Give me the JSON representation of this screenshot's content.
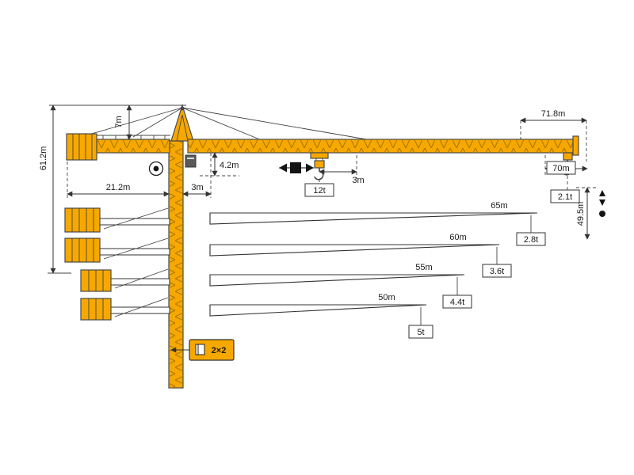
{
  "diagram": {
    "type": "tower-crane-specification-diagram",
    "colors": {
      "crane": "#F7A800",
      "outline": "#4A4A4A",
      "line": "#333333"
    },
    "tower": {
      "overall_height": "61.2m",
      "head_height": "7m",
      "hook_height": "49.5m",
      "mast_section": "2×2"
    },
    "counter_jib": {
      "length": "21.2m"
    },
    "jib": {
      "max_radius": "71.8m",
      "tip_radius": "70m",
      "tip_capacity": "2.1t",
      "max_capacity": "12t",
      "trolley_offset": "3m",
      "root_offset": "3m",
      "section_height": "4.2m"
    },
    "jib_options": [
      {
        "length": "65m",
        "tip_capacity": "2.8t"
      },
      {
        "length": "60m",
        "tip_capacity": "3.6t"
      },
      {
        "length": "55m",
        "tip_capacity": "4.4t"
      },
      {
        "length": "50m",
        "tip_capacity": "5t"
      }
    ]
  }
}
